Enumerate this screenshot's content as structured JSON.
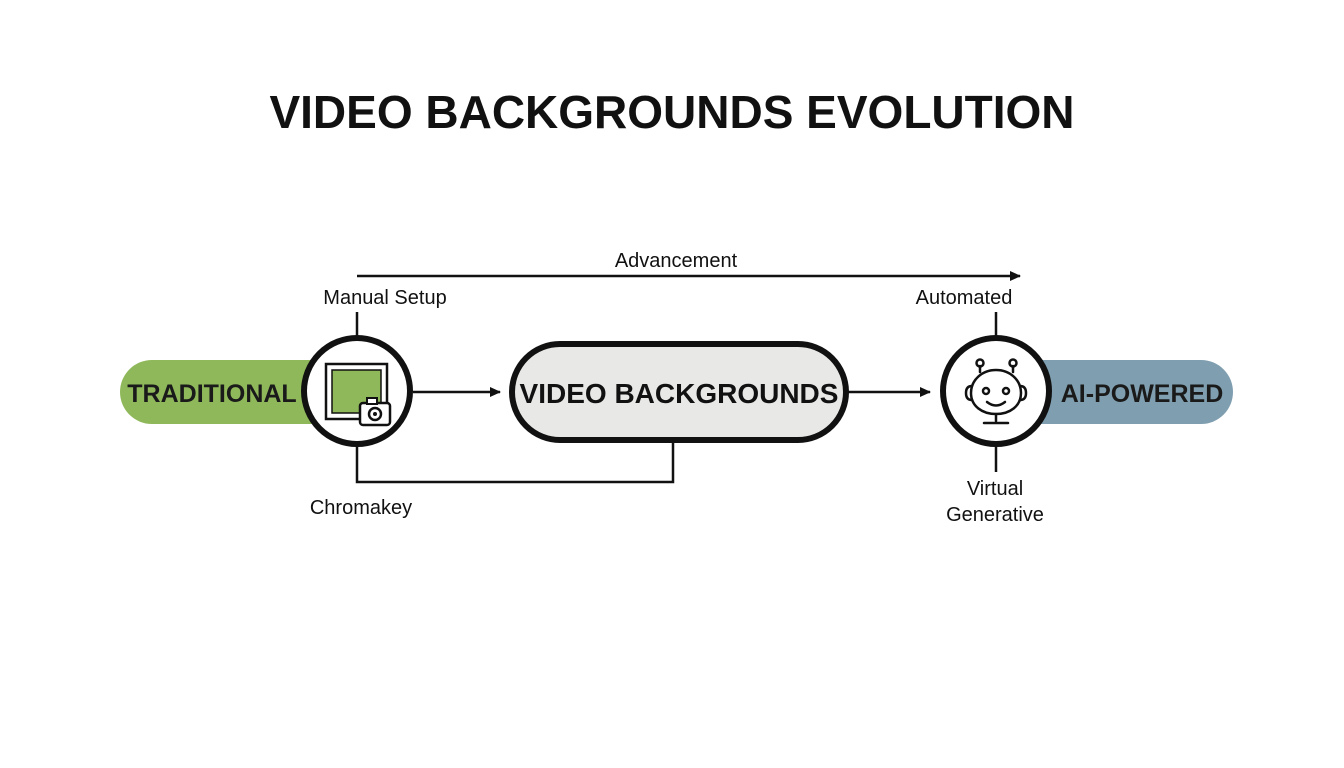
{
  "title": "VIDEO BACKGROUNDS EVOLUTION",
  "advancement_label": "Advancement",
  "left": {
    "pill_label": "TRADITIONAL",
    "top_label": "Manual Setup",
    "bottom_label": "Chromakey",
    "icon": "green-screen-camera-icon",
    "pill_color": "#8fb85a"
  },
  "center": {
    "label": "VIDEO BACKGROUNDS",
    "fill_color": "#e8e8e6"
  },
  "right": {
    "pill_label": "AI-POWERED",
    "top_label": "Automated",
    "bottom_label_line1": "Virtual",
    "bottom_label_line2": "Generative",
    "icon": "robot-icon",
    "pill_color": "#7f9fb0"
  },
  "colors": {
    "ink": "#111111",
    "screen_green": "#8fb85a"
  }
}
